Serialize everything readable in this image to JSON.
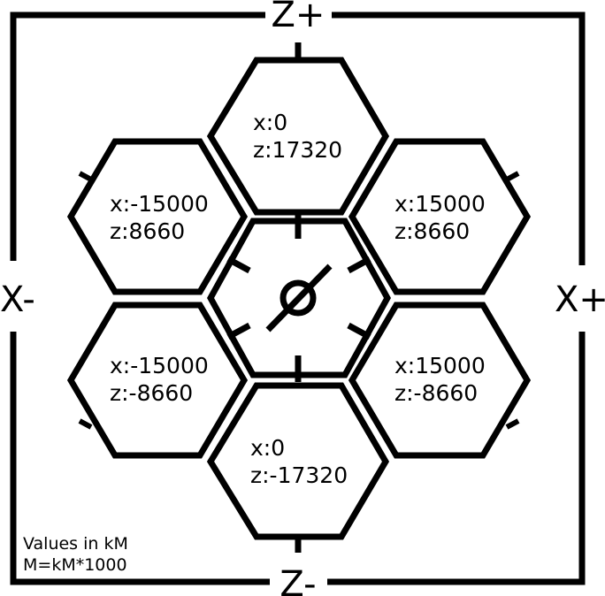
{
  "axes": {
    "z_plus": "Z+",
    "z_minus": "Z-",
    "x_minus": "X-",
    "x_plus": "X+"
  },
  "center": {
    "symbol": "Ø"
  },
  "hexes": [
    {
      "id": "top",
      "x_label": "x:0",
      "z_label": "z:17320"
    },
    {
      "id": "upper-left",
      "x_label": "x:-15000",
      "z_label": "z:8660"
    },
    {
      "id": "upper-right",
      "x_label": "x:15000",
      "z_label": "z:8660"
    },
    {
      "id": "lower-left",
      "x_label": "x:-15000",
      "z_label": "z:-8660"
    },
    {
      "id": "lower-right",
      "x_label": "x:15000",
      "z_label": "z:-8660"
    },
    {
      "id": "bottom",
      "x_label": "x:0",
      "z_label": "z:-17320"
    }
  ],
  "note": {
    "line1": "Values in kM",
    "line2": "M=kM*1000"
  }
}
